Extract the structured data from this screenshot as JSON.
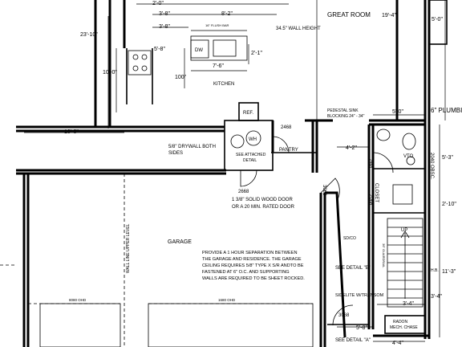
{
  "labels": {
    "great_room": "GREAT ROOM",
    "kitchen": "KITCHEN",
    "garage": "GARAGE",
    "pantry": "PANTRY",
    "ref": "REF.",
    "dw": "DW",
    "wh": "WH",
    "vto": "VTO",
    "up": "UP",
    "closet": "CLOSET",
    "flush_bar": "16\" FLUSH BAR",
    "wall_height": "34.5\" WALL HEIGHT",
    "plumbing": "6\" PLUMBING",
    "pedestal_sink": "PEDESTAL SINK",
    "blocking": "BLOCKING 24\" - 34\"",
    "drywall_line1": "5/8\" DRYWALL BOTH",
    "drywall_line2": "SIDES",
    "see_attached1": "SEE ATTACHED",
    "see_attached2": "DETAIL",
    "door_line1": "1 3/8\" SOLID WOOD DOOR",
    "door_line2": "OR A 20 MIN. RATED DOOR",
    "note_line1": "PROVIDE A 1 HOUR SEPARATION BETWEEN",
    "note_line2": "THE GARAGE AND RESIDENCE.  THE GARAGE",
    "note_line3": "CEILING REQUIRES 5/8\" TYPE X S/R ANDTO BE",
    "note_line4": "FASTENED AT 6\" O.C. AND SUPPORTING",
    "note_line5": "WALLS ARE REQUIRED TO BE SHEET ROCKED.",
    "wall_line_upper": "WALL LINE UPPER LEVEL",
    "guardrail": "36\" GUARDRAIL",
    "sd_co": "SD/CO",
    "hb": "H.B.",
    "see_detail_b": "SEE DETAIL \"B\"",
    "see_detail_a": "SEE DETAIL \"A\"",
    "sidelite": "SIDELITE W/TRANSOM",
    "radon1": "RADON",
    "radon2": "MECH. CHASE",
    "ohd_left": "8080 OHD",
    "ohd_right": "1680 OHD",
    "door_2468": "2468",
    "door_2668": "2668",
    "door_3068_a": "3068",
    "door_3068_b": "3068",
    "door_2068": "2068",
    "door_2468_b": "2468",
    "door_2040": "2040 OBSC."
  },
  "dimensions": {
    "d_2_0": "2'-0\"",
    "d_3_8a": "3'-8\"",
    "d_8_2": "8'-2\"",
    "d_3_8b": "3'-8\"",
    "d_19_4": "19'-4\"",
    "d_5_0_top": "5'-0\"",
    "d_23_10": "23'-10\"",
    "d_5_8": "5'-8\"",
    "d_2_1": "2'-1\"",
    "d_7_6": "7'-6\"",
    "d_10_0_left": "10'-0\"",
    "d_100": "100\"",
    "d_10_0_bottom": "10'-0\"",
    "d_5_0": "5'-0\"",
    "d_4_2": "4'-2\"",
    "d_5_3": "5'-3\"",
    "d_2_10": "2'-10\"",
    "d_11_3": "11'-3\"",
    "d_3_4a": "3'-4\"",
    "d_3_4b": "3'-4\"",
    "d_5_8b": "5'-8\"",
    "d_4_4": "4'-4\""
  }
}
